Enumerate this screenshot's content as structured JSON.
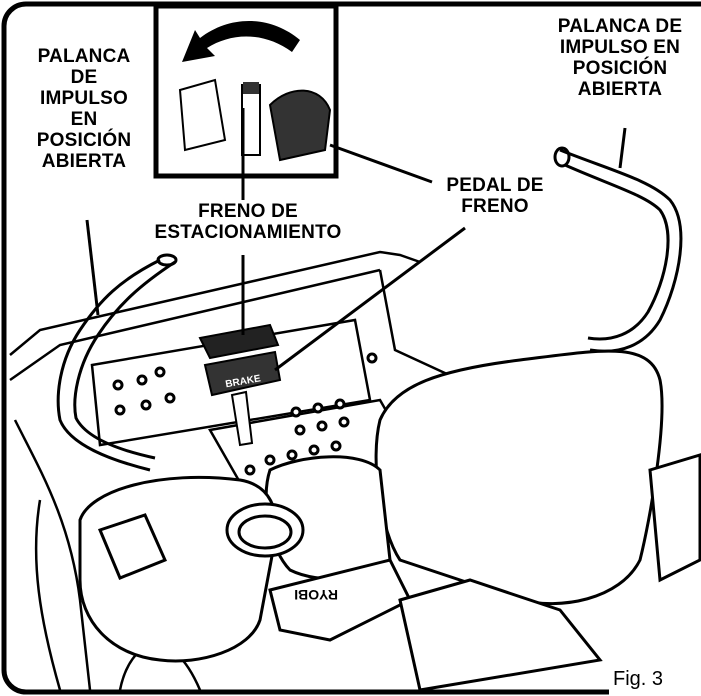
{
  "labels": {
    "left_lever": [
      "PALANCA",
      "DE",
      "IMPULSO",
      "EN",
      "POSICIÓN",
      "ABIERTA"
    ],
    "right_lever": [
      "PALANCA DE",
      "IMPULSO EN",
      "POSICIÓN",
      "ABIERTA"
    ],
    "parking_brake": [
      "FRENO DE",
      "ESTACIONAMIENTO"
    ],
    "brake_pedal": [
      "PEDAL DE",
      "FRENO"
    ]
  },
  "decals": {
    "pedal_text": "BRAKE",
    "brand": "RYOBI"
  },
  "figure_caption": "Fig. 3"
}
